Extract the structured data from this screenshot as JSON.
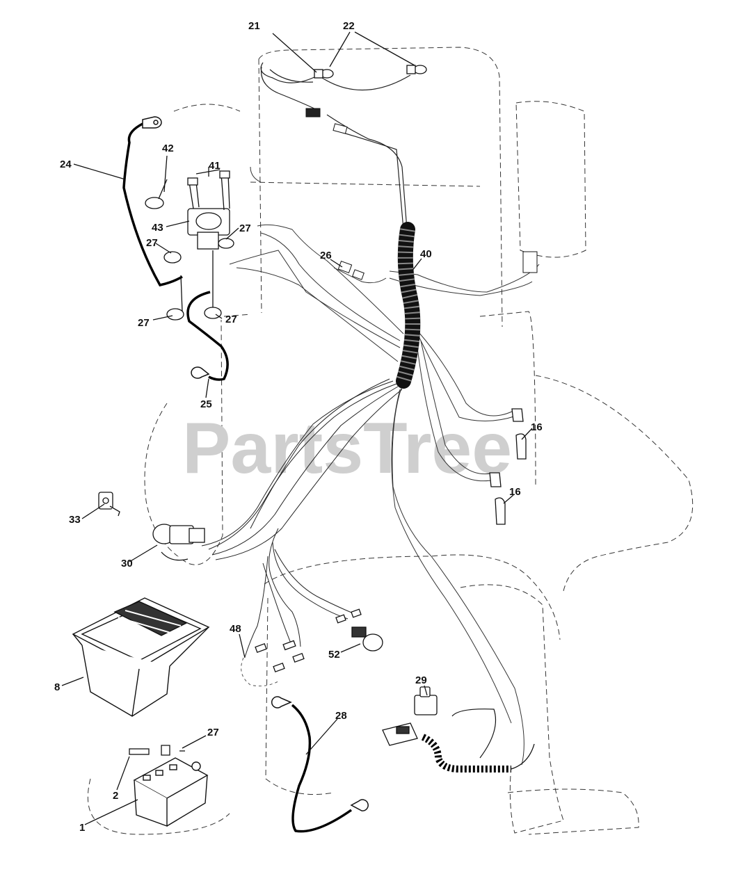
{
  "diagram": {
    "watermark": "PartsTree",
    "callouts": {
      "c21": "21",
      "c22": "22",
      "c24": "24",
      "c42": "42",
      "c41": "41",
      "c43": "43",
      "c27a": "27",
      "c27b": "27",
      "c27c": "27",
      "c27d": "27",
      "c26": "26",
      "c40": "40",
      "c25": "25",
      "c16a": "16",
      "c16b": "16",
      "c33": "33",
      "c30": "30",
      "c48": "48",
      "c52": "52",
      "c8": "8",
      "c29": "29",
      "c27e": "27",
      "c28": "28",
      "c2": "2",
      "c1": "1"
    }
  }
}
